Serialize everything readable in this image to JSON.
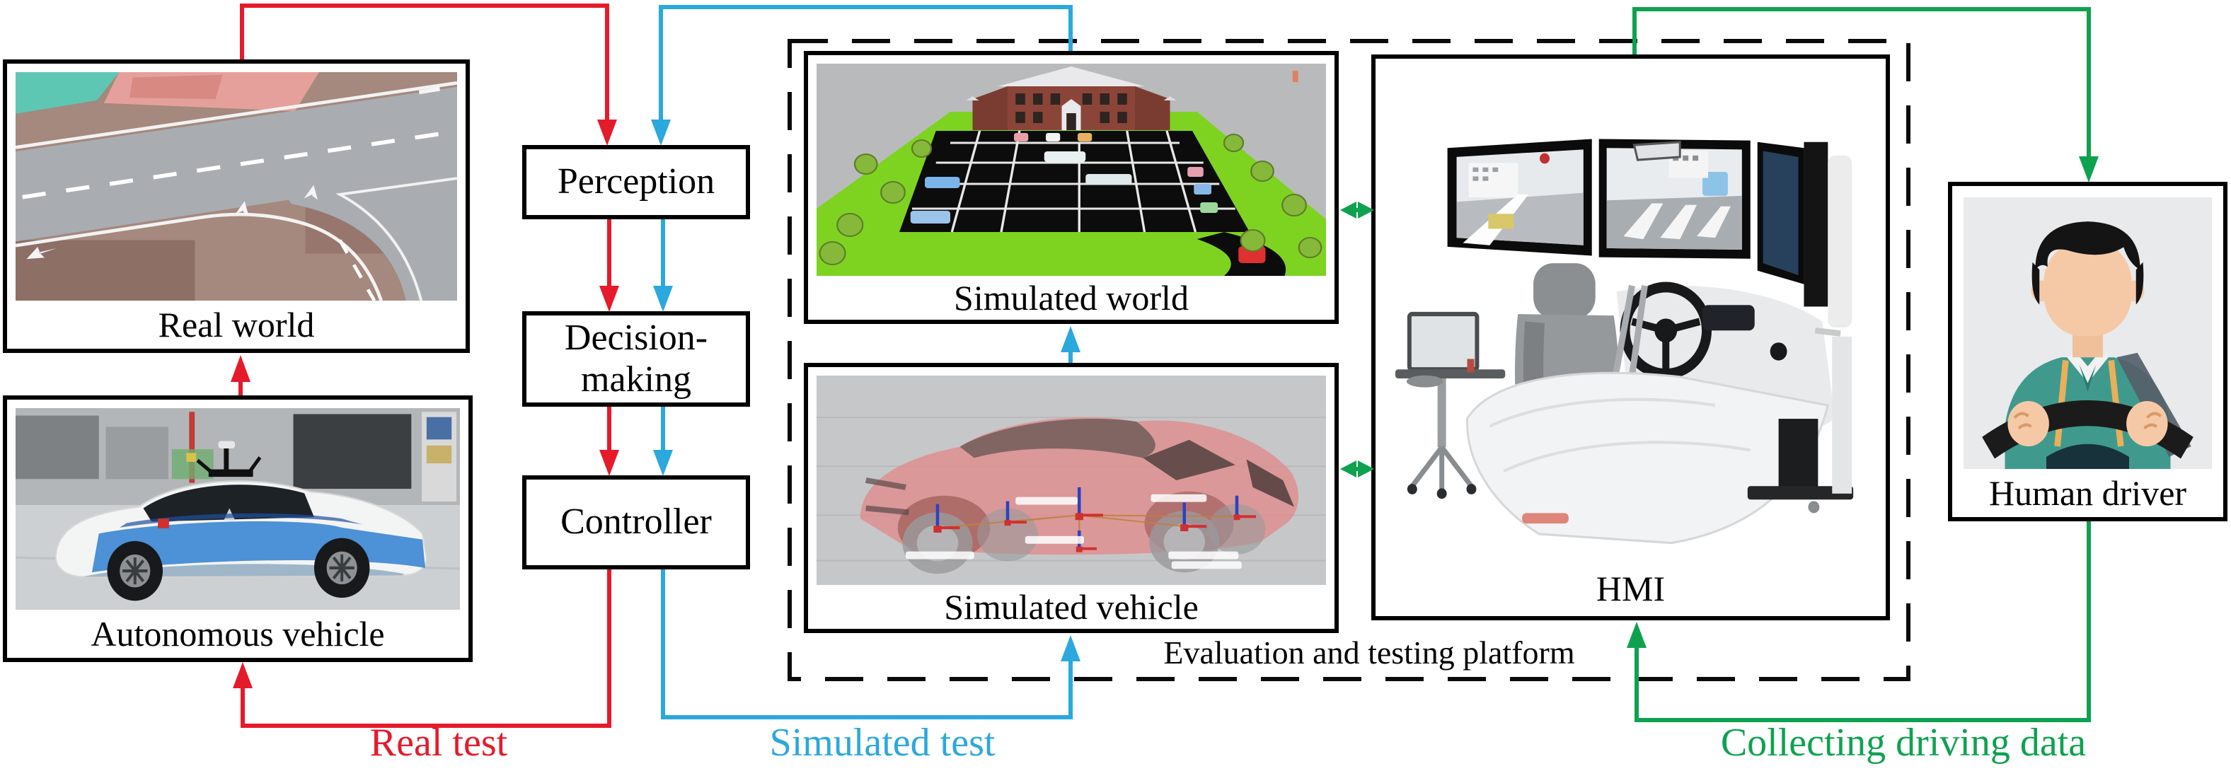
{
  "colors": {
    "red": "#e51a2b",
    "blue": "#2ba8dd",
    "green": "#0ea24f",
    "black": "#0a0a0a"
  },
  "boxes": {
    "real_world": {
      "label": "Real world"
    },
    "autonomous_vehicle": {
      "label": "Autonomous vehicle"
    },
    "perception": {
      "label": "Perception"
    },
    "decision_making": {
      "label": "Decision-making",
      "lines": [
        "Decision-",
        "making"
      ]
    },
    "controller": {
      "label": "Controller"
    },
    "simulated_world": {
      "label": "Simulated world"
    },
    "simulated_vehicle": {
      "label": "Simulated vehicle"
    },
    "platform": {
      "label": "Evaluation and testing platform"
    },
    "hmi": {
      "label": "HMI"
    },
    "human_driver": {
      "label": "Human driver"
    }
  },
  "flow_labels": {
    "real_test": {
      "text": "Real test"
    },
    "simulated_test": {
      "text": "Simulated test"
    },
    "collecting": {
      "text": "Collecting driving data"
    }
  }
}
